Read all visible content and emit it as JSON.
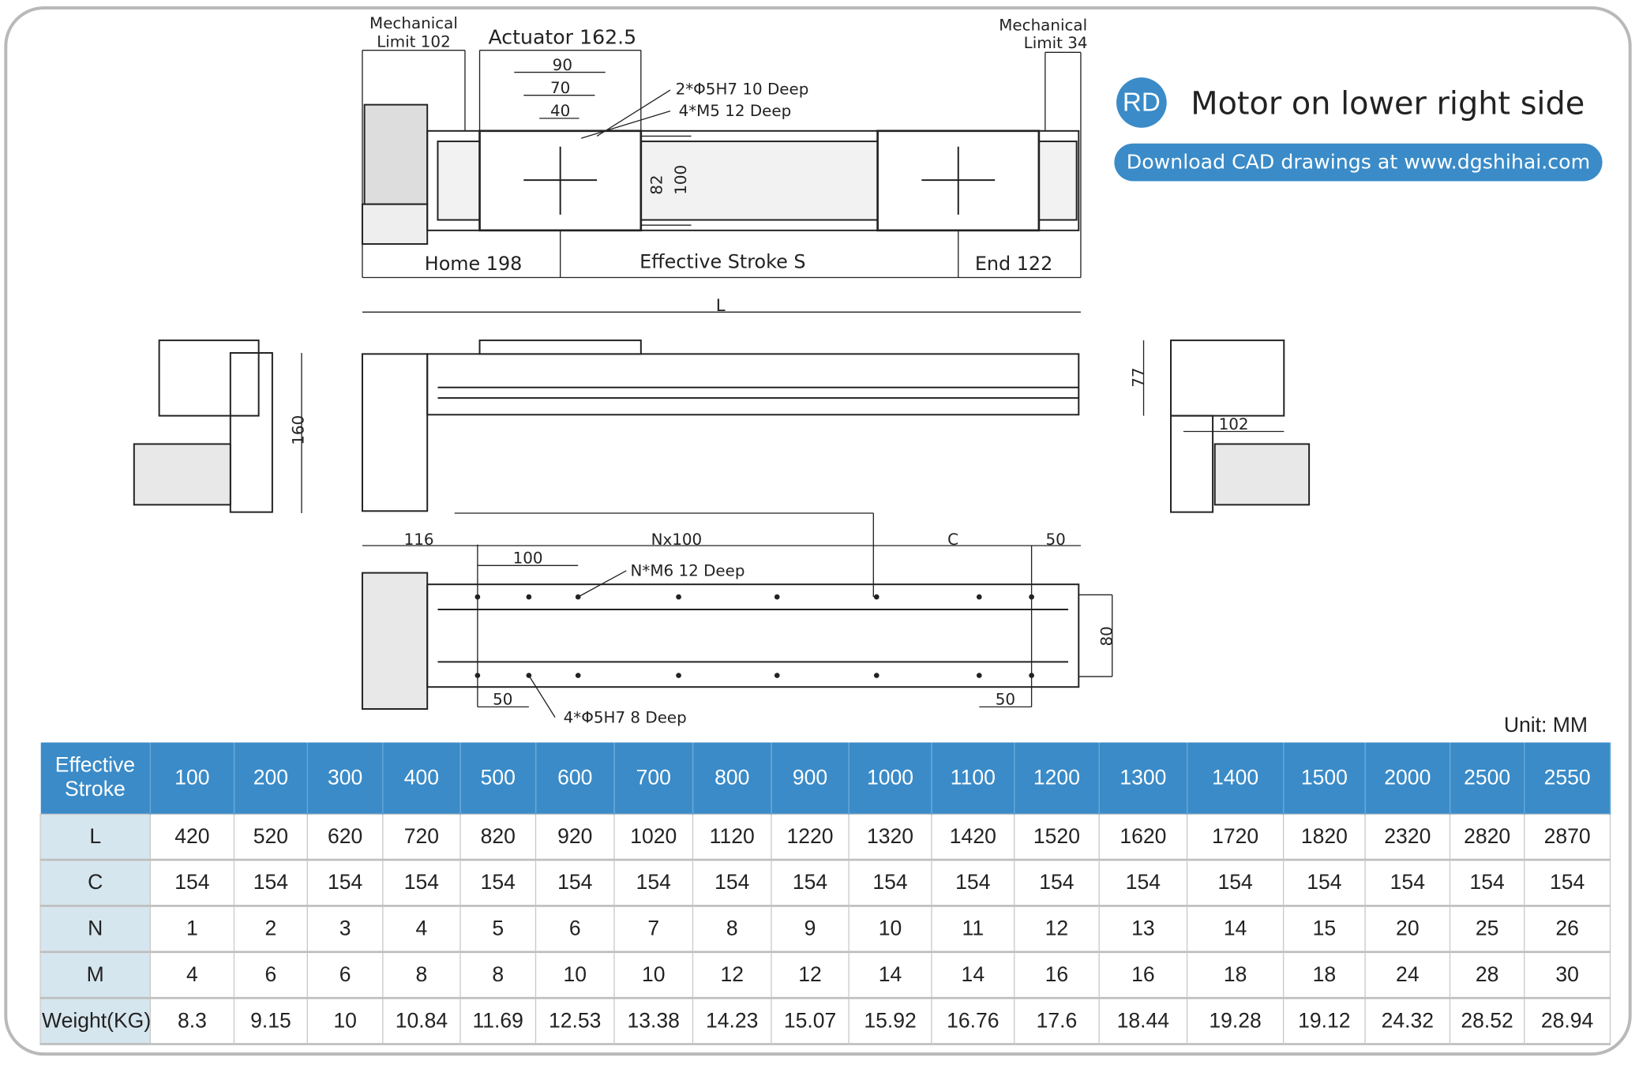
{
  "header": {
    "badge": "RD",
    "title": "Motor on lower right side",
    "cad_button": "Download CAD drawings at www.dgshihai.com",
    "unit": "Unit: MM"
  },
  "drawing": {
    "top": {
      "mech_limit_left_1": "Mechanical",
      "mech_limit_left_2": "Limit 102",
      "actuator": "Actuator 162.5",
      "d90": "90",
      "d70": "70",
      "d40": "40",
      "holes1": "2*Φ5H7 10 Deep",
      "holes2": "4*M5 12 Deep",
      "d82": "82",
      "d100": "100",
      "home": "Home 198",
      "stroke": "Effective Stroke S",
      "end": "End 122",
      "mech_limit_right_1": "Mechanical",
      "mech_limit_right_2": "Limit 34"
    },
    "side": {
      "L": "L",
      "h160": "160",
      "h77": "77",
      "w102": "102"
    },
    "bottom": {
      "d116": "116",
      "d100": "100",
      "pitch": "Nx100",
      "C": "C",
      "d50_top": "50",
      "holes_m6": "N*M6  12 Deep",
      "d80": "80",
      "d50_left": "50",
      "d50_right": "50",
      "holes_pin": "4*Φ5H7  8 Deep"
    }
  },
  "table": {
    "header_label": "Effective Stroke",
    "strokes": [
      "100",
      "200",
      "300",
      "400",
      "500",
      "600",
      "700",
      "800",
      "900",
      "1000",
      "1100",
      "1200",
      "1300",
      "1400",
      "1500",
      "2000",
      "2500",
      "2550"
    ],
    "rows": [
      {
        "label": "L",
        "values": [
          "420",
          "520",
          "620",
          "720",
          "820",
          "920",
          "1020",
          "1120",
          "1220",
          "1320",
          "1420",
          "1520",
          "1620",
          "1720",
          "1820",
          "2320",
          "2820",
          "2870"
        ]
      },
      {
        "label": "C",
        "values": [
          "154",
          "154",
          "154",
          "154",
          "154",
          "154",
          "154",
          "154",
          "154",
          "154",
          "154",
          "154",
          "154",
          "154",
          "154",
          "154",
          "154",
          "154"
        ]
      },
      {
        "label": "N",
        "values": [
          "1",
          "2",
          "3",
          "4",
          "5",
          "6",
          "7",
          "8",
          "9",
          "10",
          "11",
          "12",
          "13",
          "14",
          "15",
          "20",
          "25",
          "26"
        ]
      },
      {
        "label": "M",
        "values": [
          "4",
          "6",
          "6",
          "8",
          "8",
          "10",
          "10",
          "12",
          "12",
          "14",
          "14",
          "16",
          "16",
          "18",
          "18",
          "24",
          "28",
          "30"
        ]
      },
      {
        "label": "Weight(KG)",
        "values": [
          "8.3",
          "9.15",
          "10",
          "10.84",
          "11.69",
          "12.53",
          "13.38",
          "14.23",
          "15.07",
          "15.92",
          "16.76",
          "17.6",
          "18.44",
          "19.28",
          "19.12",
          "24.32",
          "28.52",
          "28.94"
        ]
      }
    ]
  }
}
